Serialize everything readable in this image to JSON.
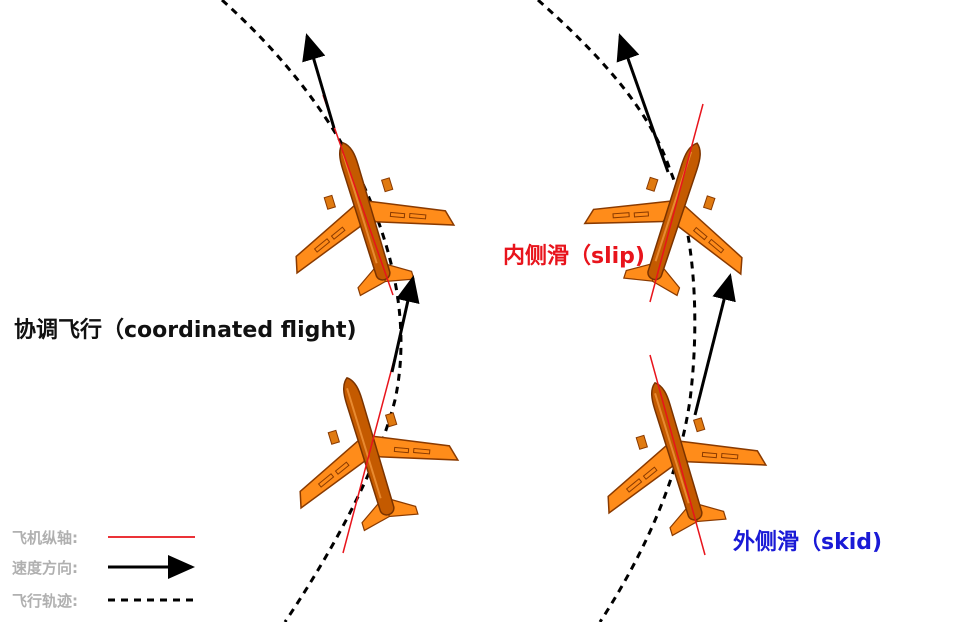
{
  "labels": {
    "coordinated": "协调飞行（coordinated flight)",
    "slip": "内侧滑（slip)",
    "skid": "外侧滑（skid)"
  },
  "legend": {
    "axis": "飞机纵轴:",
    "velocity": "速度方向:",
    "track": "飞行轨迹:"
  },
  "colors": {
    "fuselage": "#c45a00",
    "wing": "#ff8c1a",
    "axis_line": "#e8141c",
    "arrow": "#000000",
    "track": "#000000",
    "coordinated_text": "#111111",
    "slip_text": "#e8141c",
    "skid_text": "#1a1ad6",
    "legend_text": "#b0b0b0"
  }
}
